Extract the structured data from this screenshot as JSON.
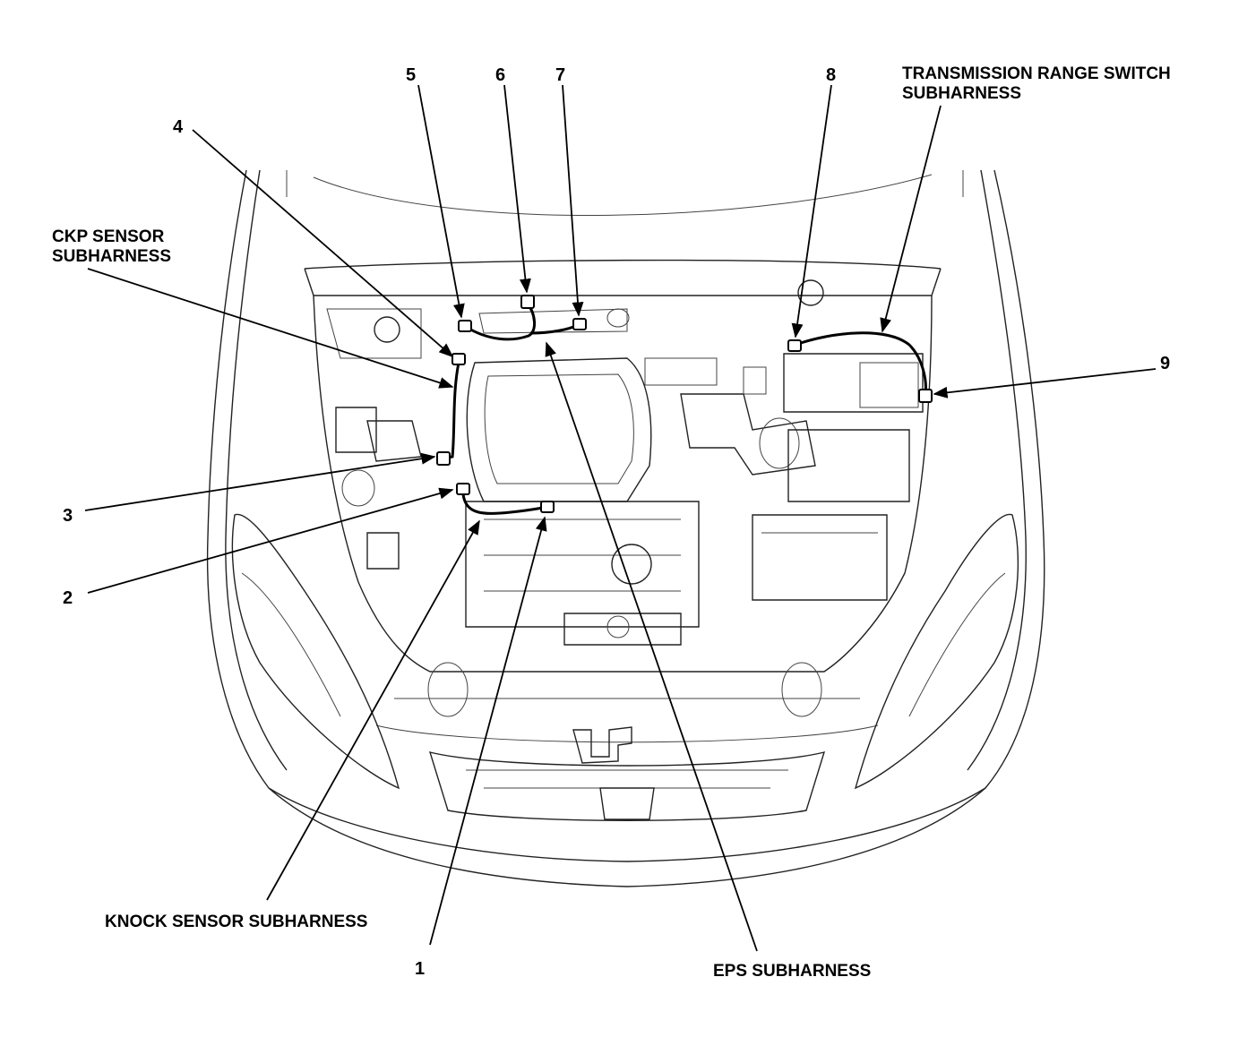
{
  "callouts": {
    "c1": "1",
    "c2": "2",
    "c3": "3",
    "c4": "4",
    "c5": "5",
    "c6": "6",
    "c7": "7",
    "c8": "8",
    "c9": "9"
  },
  "labels": {
    "ckp_line1": "CKP SENSOR",
    "ckp_line2": "SUBHARNESS",
    "trs_line1": "TRANSMISSION RANGE SWITCH",
    "trs_line2": "SUBHARNESS",
    "knock": "KNOCK SENSOR SUBHARNESS",
    "eps": "EPS SUBHARNESS"
  }
}
